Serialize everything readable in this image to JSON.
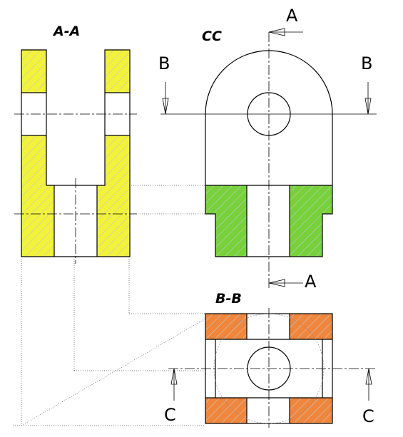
{
  "views": {
    "aa": {
      "title": "A-A"
    },
    "cc": {
      "title": "CC",
      "cut_a_top": "A",
      "cut_a_bottom": "A",
      "cut_b_left": "B",
      "cut_b_right": "B"
    },
    "bb": {
      "title": "B-B",
      "cut_c_left": "C",
      "cut_c_right": "C"
    }
  },
  "colors": {
    "section_aa": "#f2f23a",
    "section_cc": "#76d13a",
    "section_bb": "#f0863c",
    "hatch": "#b8b8b8",
    "line": "#000000"
  }
}
